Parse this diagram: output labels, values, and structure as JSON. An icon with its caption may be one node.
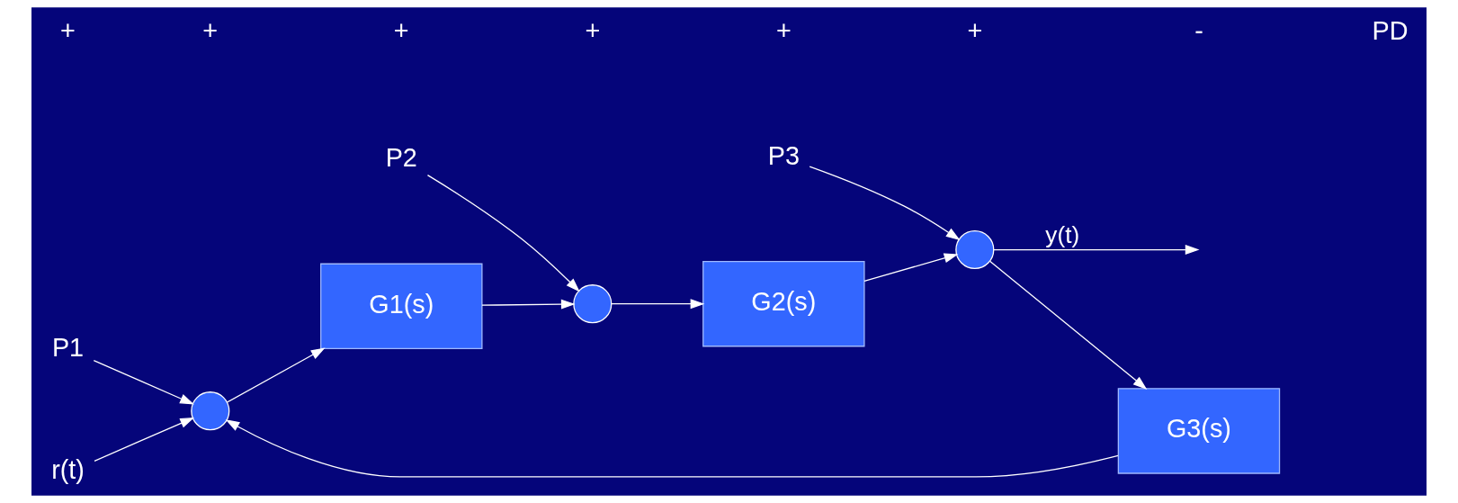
{
  "diagram": {
    "nodes": [
      {
        "text": [
          "P1"
        ]
      },
      {
        "text": [
          "P2"
        ]
      },
      {
        "text": [
          "P3"
        ]
      },
      {
        "text": [
          "r(t)"
        ]
      },
      {
        "text": [],
        "shape": "circle"
      },
      {
        "text": [
          "G1(s)"
        ]
      },
      {
        "text": [],
        "shape": "circle"
      },
      {
        "text": [
          "G2(s)"
        ]
      },
      {
        "text": [],
        "shape": "circle"
      },
      {
        "text": [
          "G3(s)"
        ]
      }
    ],
    "edges": [
      {
        "from": 3,
        "to": 4,
        "arrow": "to"
      },
      {
        "from": 0,
        "to": 4,
        "arrow": "to"
      },
      {
        "from": 4,
        "to": 5,
        "arrow": "to"
      },
      {
        "from": 5,
        "to": 6,
        "arrow": "to"
      },
      {
        "from": 1,
        "to": 6,
        "arrow": "to"
      },
      {
        "from": 6,
        "to": 7,
        "arrow": "to"
      },
      {
        "from": 7,
        "to": 8,
        "arrow": "to"
      },
      {
        "from": 2,
        "to": 8,
        "arrow": "to"
      },
      {
        "from": 8,
        "to": null,
        "arrow": "to",
        "label": "y(t)"
      },
      {
        "from": 8,
        "to": 9,
        "arrow": "to"
      },
      {
        "from": 9,
        "to": 4,
        "arrow": "to"
      }
    ],
    "labels": [
      "+",
      "+",
      "+",
      "+",
      "+",
      "+",
      "-",
      "PD"
    ]
  }
}
